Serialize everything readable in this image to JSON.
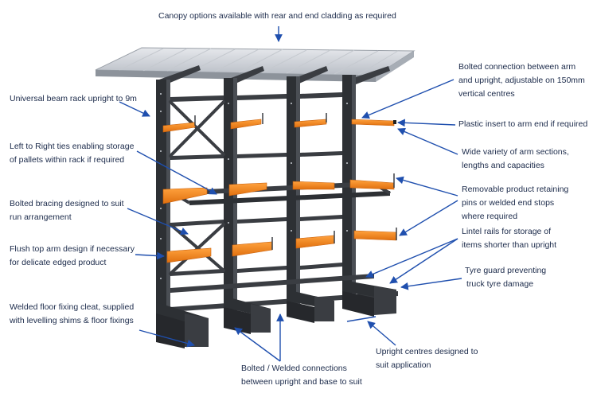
{
  "diagram": {
    "colors": {
      "steel": "#3a3d42",
      "steel_dark": "#26282c",
      "arm": "#f5841f",
      "arm_dark": "#c9600c",
      "canopy": "#d4d7dc",
      "canopy_edge": "#9aa0a8",
      "callout": "#1f4fae"
    },
    "labels": {
      "canopy": [
        "Canopy options available with rear and end cladding as required"
      ],
      "upright": [
        "Universal beam rack upright to 9m"
      ],
      "ties": [
        "Left to Right ties enabling storage",
        "of pallets within rack if required"
      ],
      "bracing": [
        "Bolted bracing designed to suit",
        "run arrangement"
      ],
      "flush_arm": [
        "Flush top arm design if necessary",
        "for delicate edged product"
      ],
      "floor_cleat": [
        "Welded floor fixing cleat, supplied",
        "with levelling shims & floor fixings"
      ],
      "base_connections": [
        "Bolted / Welded connections",
        "between upright and base to suit"
      ],
      "upright_centres": [
        "Upright centres designed to",
        "suit application"
      ],
      "tyre_guard": [
        "Tyre guard preventing",
        "truck tyre damage"
      ],
      "lintel_rails": [
        "Lintel rails for storage of",
        "items shorter than upright"
      ],
      "retaining_pins": [
        "Removable product retaining",
        "pins or welded end stops",
        "where required"
      ],
      "arm_sections": [
        "Wide variety of arm sections,",
        "lengths and capacities"
      ],
      "plastic_insert": [
        "Plastic insert to arm end if required"
      ],
      "bolted_arm": [
        "Bolted connection between arm",
        "and upright, adjustable on 150mm",
        "vertical centres"
      ]
    }
  }
}
